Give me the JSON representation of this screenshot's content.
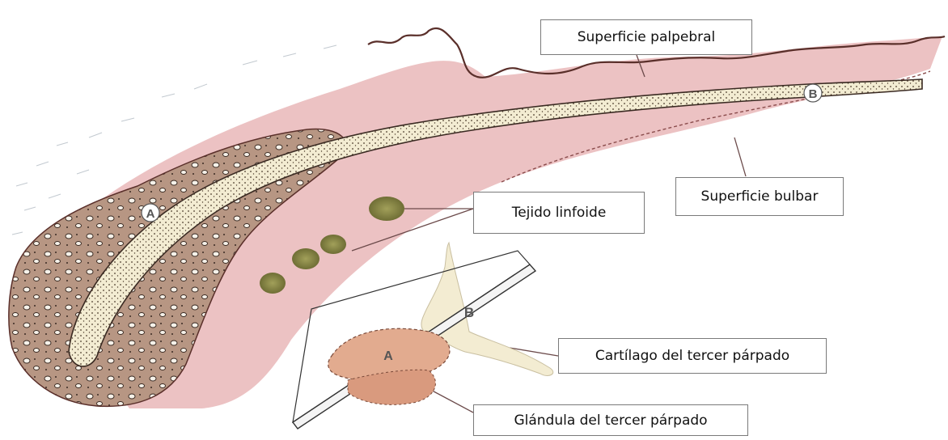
{
  "labels": {
    "superficie_palpebral": "Superficie palpebral",
    "superficie_bulbar": "Superficie bulbar",
    "tejido_linfoide": "Tejido linfoide",
    "cartilago": "Cartílago del tercer párpado",
    "glandula": "Glándula del tercer párpado"
  },
  "markers": {
    "a_section": "A",
    "b_section": "B",
    "a_inset": "A",
    "b_inset": "B"
  },
  "colors": {
    "mucosa_pink": "#e9b7b9",
    "gland_brown": "#b79683",
    "cartilage_cream": "#f3ecd2",
    "lymphoid_olive": "#8a8a45",
    "epithelium_dark": "#5a2f2a",
    "leader_line": "#6b4a4a"
  },
  "icons": [
    "third-eyelid-cross-section-illustration",
    "third-eyelid-3d-inset-illustration"
  ]
}
